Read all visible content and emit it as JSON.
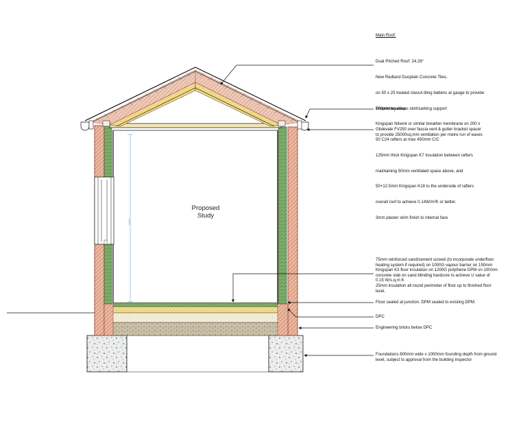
{
  "room": {
    "line1": "Proposed",
    "line2": "Study"
  },
  "dimension_text": "2400",
  "notes": {
    "main_roof": {
      "title": "Main Roof:",
      "lines": [
        "Dual Pitched Roof: 24.26°",
        "New Redland Duoplain Concrete Tiles,",
        "on 50 x 25 treated classA tiling battens at gauge to provide",
        "100mm headlap.",
        "Kingspan Nilvent or similar breather membrane on 200 x",
        "50 C24 rafters at max 450mm C/C",
        "125mm thick Kingspan K7 insulation between rafters",
        "maintaining 50mm ventilated space above, and",
        "50+12.5mm Kingspan K18 to the underside of rafters",
        "overall roof to achieve 0.14W/m²K or better.",
        "3mm plaster skim finish to internal face"
      ]
    },
    "eaves_skirt": "Proprietary eaves skirt/sarking support",
    "fascia_vent": "Glidevale FV250 over fascia vent & gutter bracket spacer\nto provide 25000sq.mm ventilation per metre run of eaves",
    "floor": "75mm reinforced sand/cement screed (to incorporate underfloor\nheating system if required) on 1000G vapour barrier on 150mm\nKingspan K3 floor insulation on 1200G polythene DPM on 100mm\nconcrete slab on sand blinding hardcore to achieve U value of\n0.15 W/s.q.m K\n25mm insulation all round perimeter of floor up to finished floor\nlevel.",
    "floor_sealed": "Floor sealed at junction. DPM sealed to existing DPM.",
    "dpc": "DPC",
    "engineering_bricks": "Engineering bricks below DPC",
    "foundations": "Foundations 600mm wide x 1000mm founding depth from ground\nlevel, subject to approval from the building inspector"
  },
  "colors": {
    "brick": "#d9a58a",
    "cavity_insulation": "#7fae6a",
    "yellow_insulation": "#f2d98a",
    "concrete": "#e8e8e8",
    "screed": "#f1e2b0",
    "hardcore": "#bfb29a",
    "dimension_line": "#6aa3d8"
  }
}
